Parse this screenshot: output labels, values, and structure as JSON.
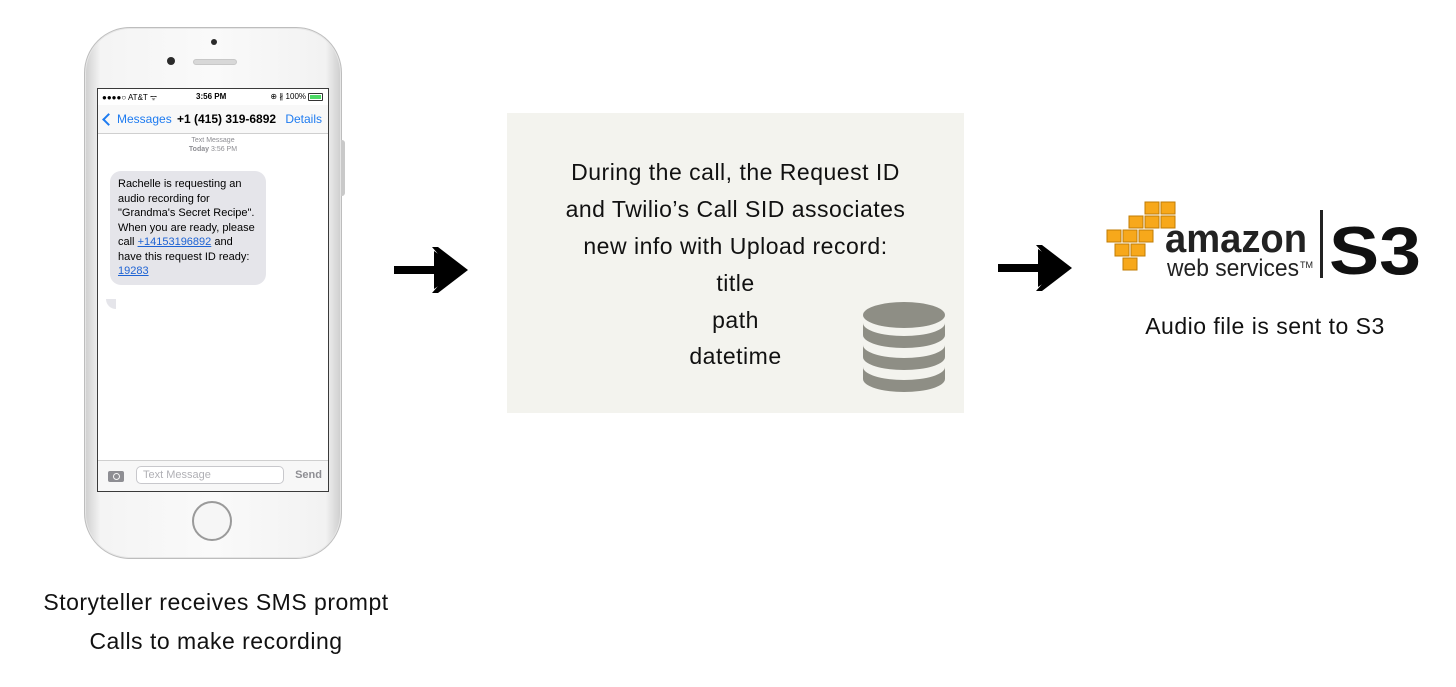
{
  "phone": {
    "status": {
      "carrier": "●●●●○ AT&T ᯤ",
      "time": "3:56 PM",
      "indicators": "⊕ ∦ 100%"
    },
    "nav": {
      "back": "Messages",
      "title": "+1 (415) 319-6892",
      "details": "Details"
    },
    "meta": {
      "label": "Text Message",
      "day": "Today",
      "time": "3:56 PM"
    },
    "message": {
      "part1": "Rachelle is requesting an audio recording for \"Grandma's Secret Recipe\". When you are ready, please call ",
      "phone_link": "+14153196892",
      "part2": " and have this request ID ready: ",
      "id_link": "19283"
    },
    "input_placeholder": "Text Message",
    "send": "Send"
  },
  "left_caption": {
    "line1": "Storyteller receives SMS prompt",
    "line2": "Calls to make recording"
  },
  "middle_box": {
    "line1": "During the call, the Request ID",
    "line2": "and Twilio’s Call SID associates",
    "line3": "new info with Upload record:",
    "fields": [
      "title",
      "path",
      "datetime"
    ]
  },
  "aws": {
    "amazon": "amazon",
    "web_services": "web services",
    "tm": "TM",
    "s3": "S3"
  },
  "right_caption": "Audio file is sent to S3",
  "colors": {
    "ios_blue": "#1e7bf0",
    "aws_orange": "#f7a81b",
    "db_gray": "#8e8e85",
    "box_bg": "#f3f3ee"
  }
}
